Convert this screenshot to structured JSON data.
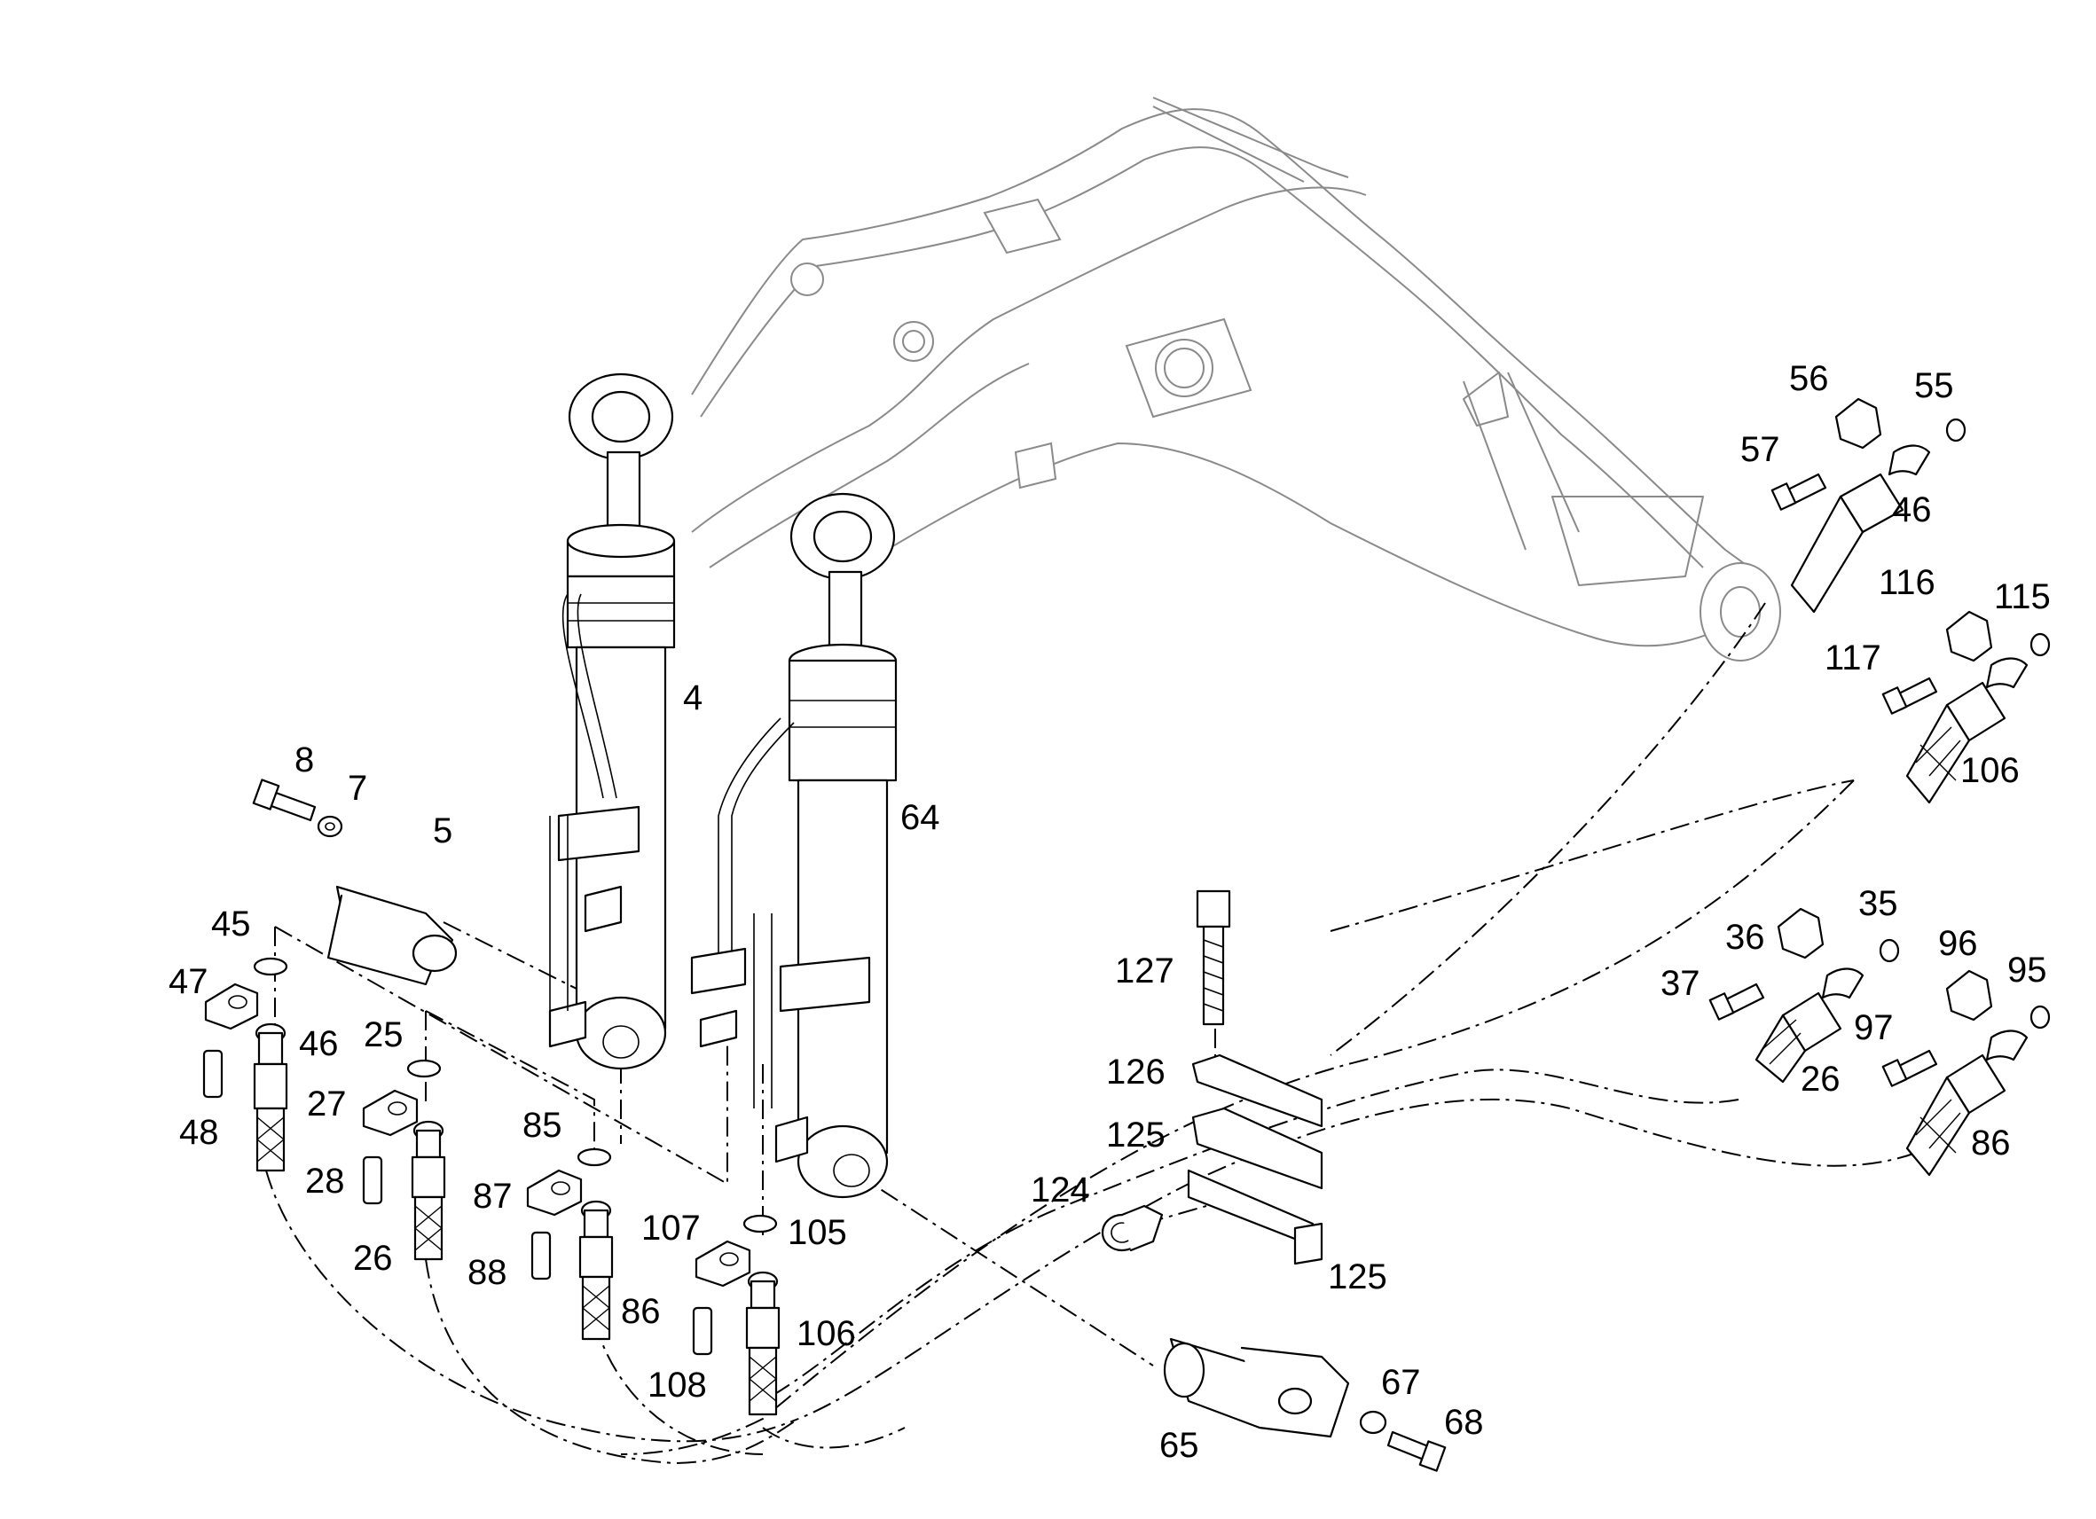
{
  "diagram": {
    "callouts": [
      "4",
      "5",
      "7",
      "8",
      "25",
      "26",
      "26",
      "27",
      "28",
      "35",
      "36",
      "37",
      "45",
      "46",
      "46",
      "47",
      "48",
      "55",
      "56",
      "57",
      "64",
      "65",
      "67",
      "68",
      "85",
      "86",
      "86",
      "87",
      "88",
      "95",
      "96",
      "97",
      "105",
      "106",
      "106",
      "107",
      "108",
      "115",
      "116",
      "117",
      "124",
      "125",
      "125",
      "126",
      "127"
    ]
  },
  "callouts": {
    "c4": "4",
    "c5": "5",
    "c7": "7",
    "c8": "8",
    "c25": "25",
    "c26a": "26",
    "c26b": "26",
    "c27": "27",
    "c28": "28",
    "c35": "35",
    "c36": "36",
    "c37": "37",
    "c45": "45",
    "c46a": "46",
    "c46b": "46",
    "c47": "47",
    "c48": "48",
    "c55": "55",
    "c56": "56",
    "c57": "57",
    "c64": "64",
    "c65": "65",
    "c67": "67",
    "c68": "68",
    "c85": "85",
    "c86a": "86",
    "c86b": "86",
    "c87": "87",
    "c88": "88",
    "c95": "95",
    "c96": "96",
    "c97": "97",
    "c105": "105",
    "c106a": "106",
    "c106b": "106",
    "c107": "107",
    "c108": "108",
    "c115": "115",
    "c116": "116",
    "c117": "117",
    "c124": "124",
    "c125a": "125",
    "c125b": "125",
    "c126": "126",
    "c127": "127"
  },
  "colors": {
    "line": "#000000",
    "boom": "#8a8a8a",
    "background": "#ffffff"
  }
}
